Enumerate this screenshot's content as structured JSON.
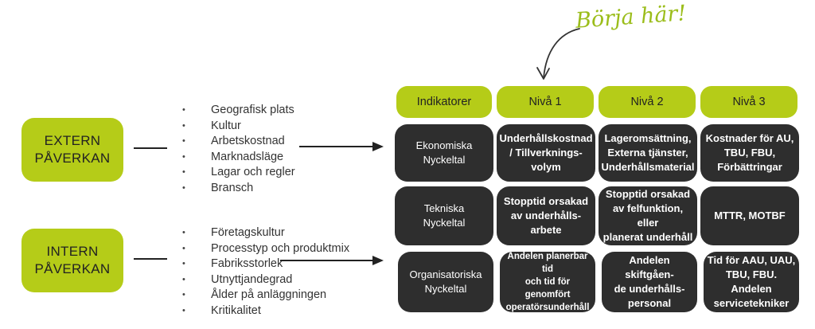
{
  "start_label": "Börja här!",
  "extern": {
    "label_line1": "EXTERN",
    "label_line2": "PÅVERKAN",
    "factors": [
      "Geografisk plats",
      "Kultur",
      "Arbetskostnad",
      "Marknadsläge",
      "Lagar och regler",
      "Bransch"
    ]
  },
  "intern": {
    "label_line1": "INTERN",
    "label_line2": "PÅVERKAN",
    "factors": [
      "Företagskultur",
      "Processtyp och produktmix",
      "Fabriksstorlek",
      "Utnyttjandegrad",
      "Ålder på anläggningen",
      "Kritikalitet"
    ]
  },
  "grid": {
    "headers": [
      "Indikatorer",
      "Nivå 1",
      "Nivå 2",
      "Nivå 3"
    ],
    "rows": [
      {
        "indicator": "Ekonomiska\nNyckeltal",
        "level1": "Underhållskostnad\n/ Tillverknings-\nvolym",
        "level2": "Lageromsättning,\nExterna tjänster,\nUnderhållsmaterial",
        "level3": "Kostnader för AU,\nTBU, FBU,\nFörbättringar"
      },
      {
        "indicator": "Tekniska\nNyckeltal",
        "level1": "Stopptid orsakad\nav underhålls-\narbete",
        "level2": "Stopptid orsakad\nav felfunktion, eller\nplanerat underhåll",
        "level3": "MTTR, MOTBF"
      },
      {
        "indicator": "Organisatoriska\nNyckeltal",
        "level1": "Andelen planerbar tid\noch tid för genomfört\noperatörsunderhåll",
        "level2": "Andelen skiftgåen-\nde underhålls-\npersonal",
        "level3": "Tid för AAU, UAU,\nTBU, FBU. Andelen\nservicetekniker"
      }
    ]
  },
  "colors": {
    "accent": "#b5cc18",
    "cell": "#2e2e2e",
    "handwriting": "#9bbd1a"
  }
}
